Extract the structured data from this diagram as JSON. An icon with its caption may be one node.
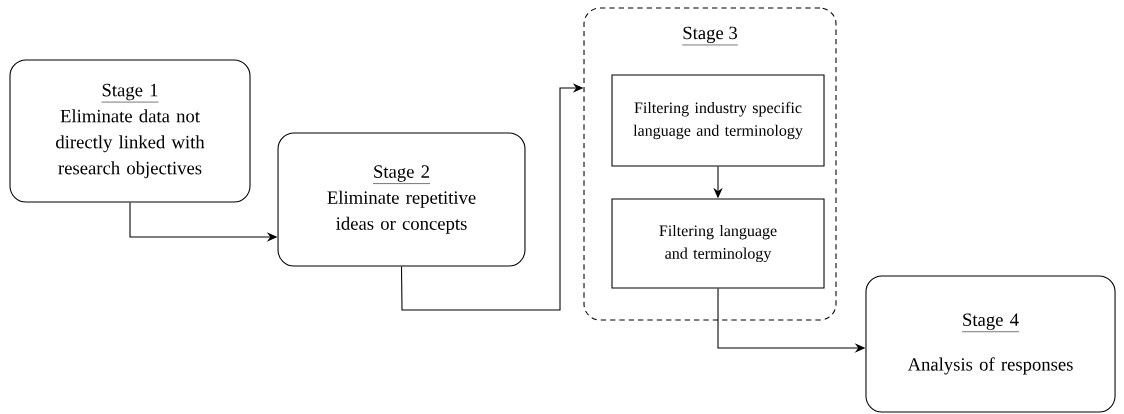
{
  "diagram": {
    "nodes": [
      {
        "text": [
          "Stage 1",
          "Eliminate data not directly linked with research objectives"
        ]
      },
      {
        "text": [
          "Stage 2",
          "Eliminate repetitive ideas or concepts"
        ]
      },
      {
        "text": [
          "Stage 3"
        ]
      },
      {
        "text": [
          "Filtering industry specific language and terminology"
        ],
        "in": 2
      },
      {
        "text": [
          "Filtering language and terminology"
        ],
        "in": 2
      },
      {
        "text": [
          "Stage 4",
          "Analysis of responses"
        ]
      }
    ],
    "edges": [
      {
        "from": 0,
        "to": 1,
        "arrow": "to"
      },
      {
        "from": 1,
        "to": 2,
        "arrow": "to"
      },
      {
        "from": 3,
        "to": 4,
        "arrow": "to"
      },
      {
        "from": 4,
        "to": 5,
        "arrow": "to"
      }
    ]
  }
}
